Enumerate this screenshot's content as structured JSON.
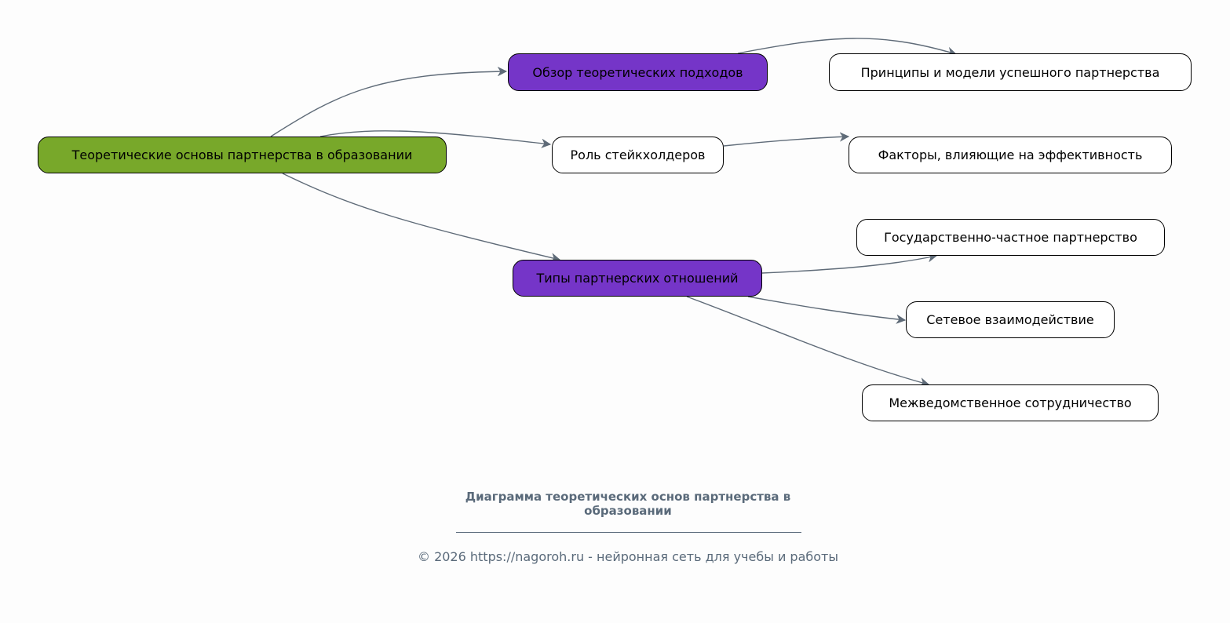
{
  "diagram": {
    "root": {
      "label": "Теоретические основы партнерства в образовании",
      "color": "#78a82a"
    },
    "branches": [
      {
        "label": "Обзор теоретических подходов",
        "color": "#7535c8"
      },
      {
        "label": "Роль стейкхолдеров",
        "color": "#ffffff"
      },
      {
        "label": "Типы партнерских отношений",
        "color": "#7535c8"
      }
    ],
    "leaves": [
      {
        "label": "Принципы и модели успешного партнерства",
        "parent": "Обзор теоретических подходов"
      },
      {
        "label": "Факторы, влияющие на эффективность",
        "parent": "Роль стейкхолдеров"
      },
      {
        "label": "Государственно-частное партнерство",
        "parent": "Типы партнерских отношений"
      },
      {
        "label": "Сетевое взаимодействие",
        "parent": "Типы партнерских отношений"
      },
      {
        "label": "Межведомственное сотрудничество",
        "parent": "Типы партнерских отношений"
      }
    ],
    "edge_color": "#5f6b78"
  },
  "footer": {
    "title": "Диаграмма теоретических основ партнерства в образовании",
    "copyright": "© 2026 https://nagoroh.ru - нейронная сеть для учебы и работы"
  }
}
